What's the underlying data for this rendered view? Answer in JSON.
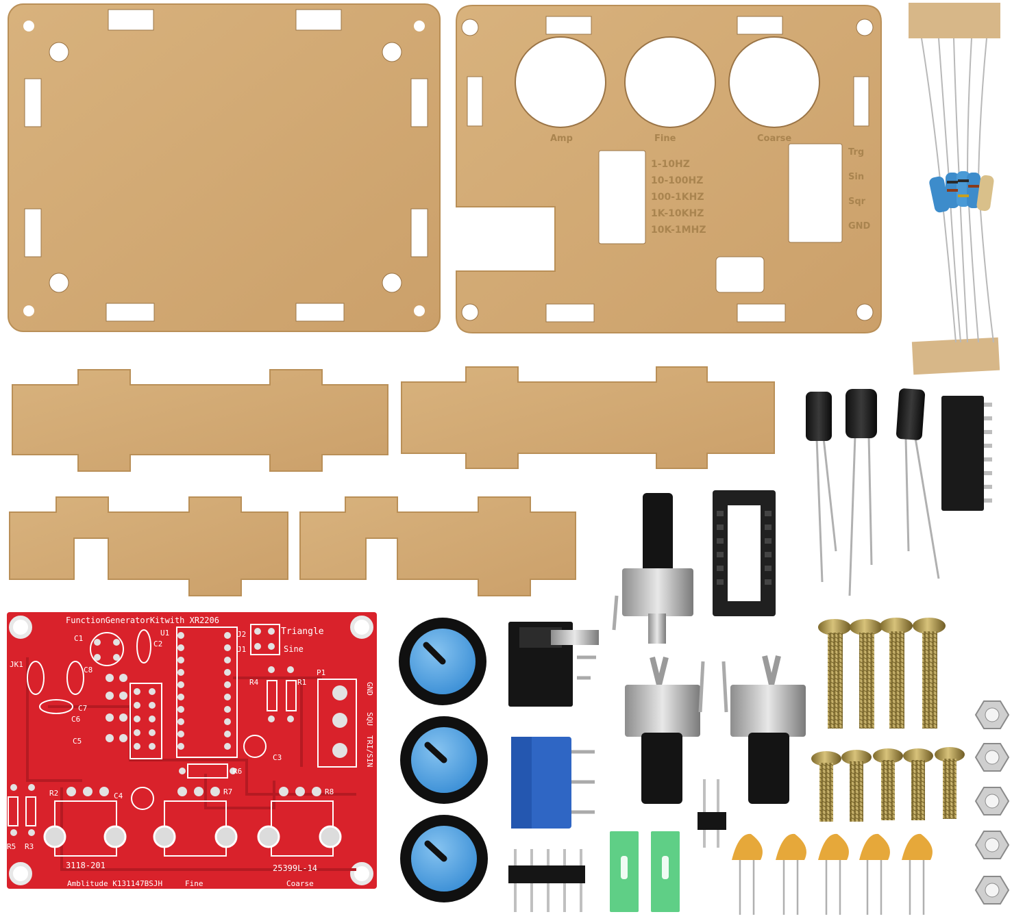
{
  "colors": {
    "background": "#ffffff",
    "acrylic": "#d2aa74",
    "acrylic_edge": "#b98f57",
    "pcb_red": "#d9222b",
    "pcb_pad": "#dcdcdc",
    "knob_blue": "#4fa3e3",
    "knob_black": "#111111",
    "terminal_blue": "#2f66c4",
    "jumper_green": "#5fcf86",
    "ceramic_cap": "#e6a83a",
    "brass": "#b89b4a",
    "hex_nut": "#c9c9c9"
  },
  "front_panel": {
    "engraving_left": [
      "1-10HZ",
      "10-100HZ",
      "100-1KHZ",
      "1K-10KHZ",
      "10K-1MHZ"
    ],
    "knob_labels": [
      "Amp",
      "Fine",
      "Coarse"
    ],
    "engraving_right": [
      "Trg",
      "Sin",
      "Sqr",
      "GND"
    ]
  },
  "pcb": {
    "title": "FunctionGeneratorKitwith XR2206",
    "labels": {
      "c1": "C1",
      "c2": "C2",
      "u1": "U1",
      "j2": "J2",
      "j1": "J1",
      "jk1": "JK1",
      "c8": "C8",
      "c7": "C7",
      "c6": "C6",
      "c5": "C5",
      "r4": "R4",
      "r1": "R1",
      "p1": "P1",
      "c3": "C3",
      "r6": "R6",
      "r2": "R2",
      "c4": "C4",
      "r7": "R7",
      "r8": "R8",
      "r5": "R5",
      "r3": "R3"
    },
    "jumper_labels": [
      "Triangle",
      "Sine"
    ],
    "output_labels": [
      "GND",
      "SQU",
      "TRI/SIN"
    ],
    "pot_codes": [
      "3118-201",
      "25399L-14"
    ],
    "bottom_labels": [
      "Amblitude K131147BSJH",
      "Fine",
      "Coarse"
    ]
  }
}
